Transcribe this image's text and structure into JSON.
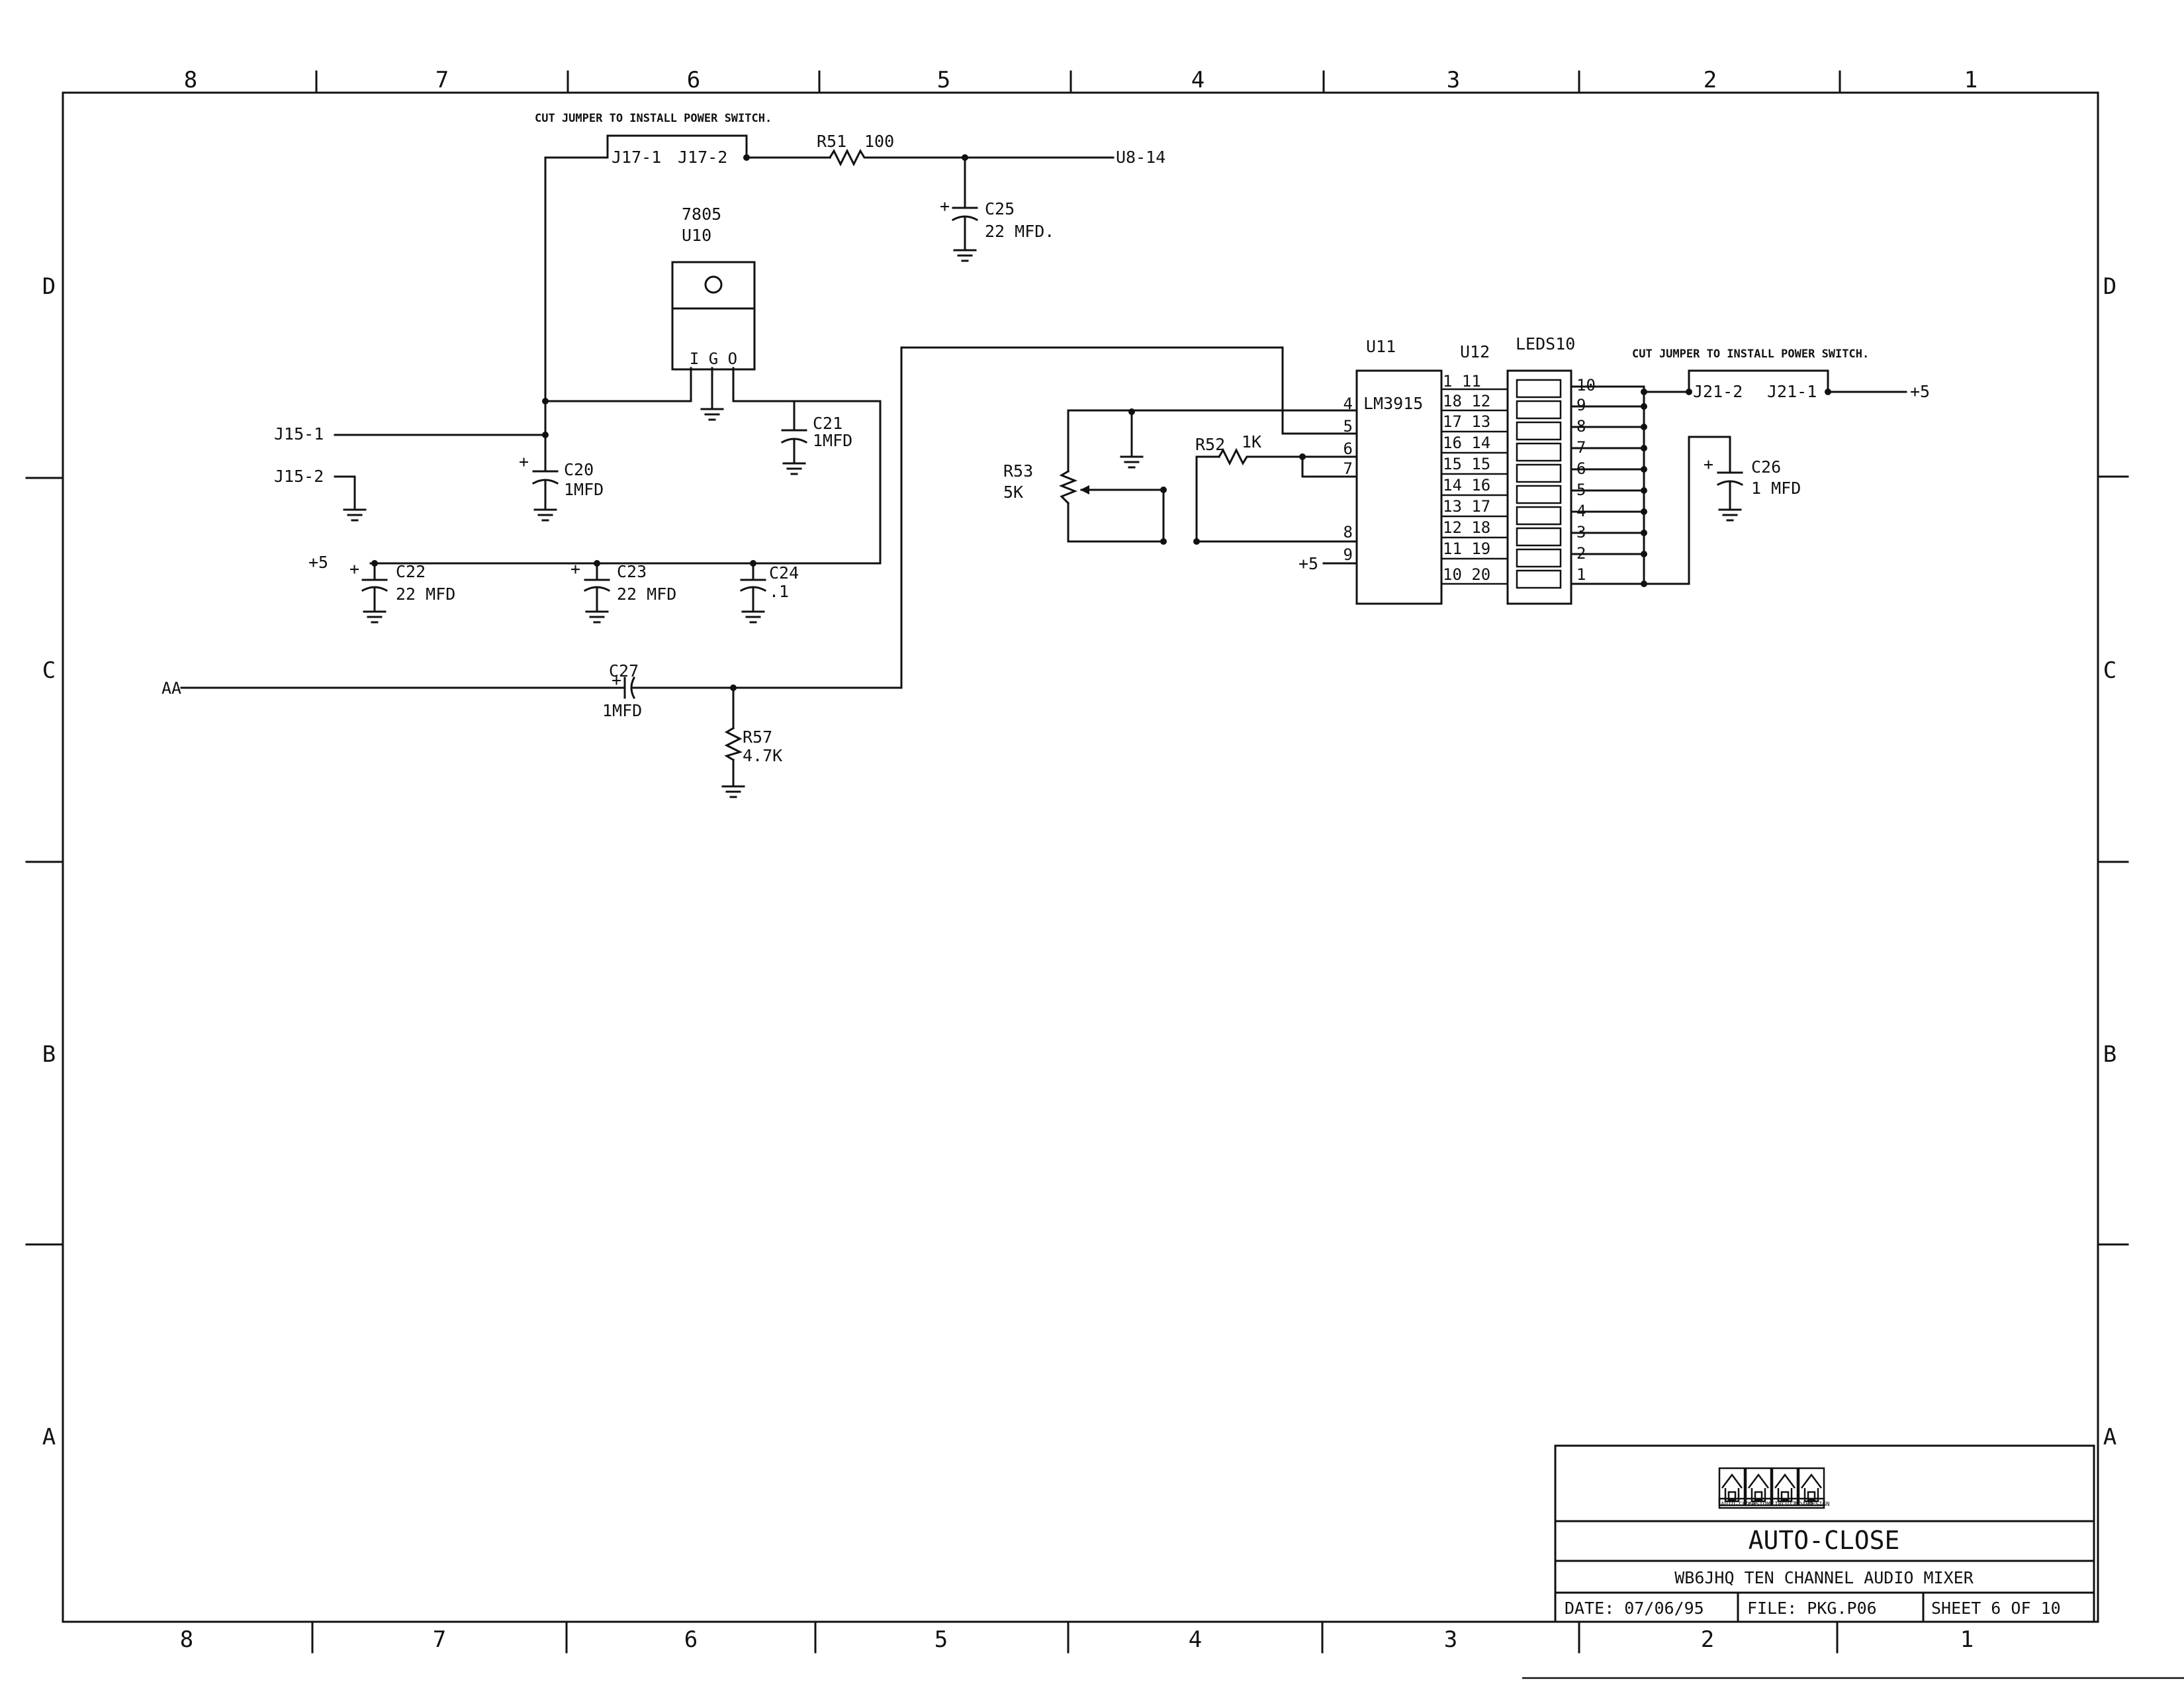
{
  "frame": {
    "zones_columns": [
      "8",
      "7",
      "6",
      "5",
      "4",
      "3",
      "2",
      "1"
    ],
    "zones_rows": [
      "D",
      "C",
      "B",
      "A"
    ]
  },
  "notes": {
    "cut_jumper_top": "CUT JUMPER TO INSTALL POWER SWITCH.",
    "cut_jumper_right": "CUT JUMPER TO INSTALL POWER SWITCH."
  },
  "nets": {
    "j17_1": "J17-1",
    "j17_2": "J17-2",
    "u8_14": "U8-14",
    "j15_1": "J15-1",
    "j15_2": "J15-2",
    "plus5_left": "+5",
    "plus5_mid": "+5",
    "plus5_right": "+5",
    "aa": "AA",
    "j21_2": "J21-2",
    "j21_1": "J21-1"
  },
  "components": {
    "r51": {
      "ref": "R51",
      "value": "100"
    },
    "c25": {
      "ref": "C25",
      "value": "22 MFD.",
      "pol": "+"
    },
    "u10": {
      "ref": "U10",
      "part": "7805",
      "pins": "I G O"
    },
    "c20": {
      "ref": "C20",
      "value": "1MFD",
      "pol": "+"
    },
    "c21": {
      "ref": "C21",
      "value": "1MFD"
    },
    "c22": {
      "ref": "C22",
      "value": "22 MFD",
      "pol": "+"
    },
    "c23": {
      "ref": "C23",
      "value": "22 MFD",
      "pol": "+"
    },
    "c24": {
      "ref": "C24",
      "value": ".1"
    },
    "c27": {
      "ref": "C27",
      "value": "1MFD",
      "pol": "+"
    },
    "r57": {
      "ref": "R57",
      "value": "4.7K"
    },
    "r53": {
      "ref": "R53",
      "value": "5K"
    },
    "r52": {
      "ref": "R52",
      "value": "1K"
    },
    "u11": {
      "ref": "U11",
      "part": "LM3915",
      "pins_left": [
        "4",
        "5",
        "6",
        "7",
        "8",
        "9"
      ]
    },
    "u12": {
      "ref": "U12",
      "pin_pairs": [
        "1  11",
        "18 12",
        "17 13",
        "16 14",
        "15 15",
        "14 16",
        "13 17",
        "12 18",
        "11 19",
        "10 20"
      ]
    },
    "leds10": {
      "ref": "LEDS10",
      "segments": [
        "10",
        "9",
        "8",
        "7",
        "6",
        "5",
        "4",
        "3",
        "2",
        "1"
      ]
    },
    "c26": {
      "ref": "C26",
      "value": "1 MFD",
      "pol": "+"
    }
  },
  "title_block": {
    "logo_words": [
      "AUTO-CLOSE",
      "CUSTOM",
      "CIRCUITS",
      "BOARD",
      "DESIGN"
    ],
    "title": "AUTO-CLOSE",
    "subtitle": "WB6JHQ TEN CHANNEL AUDIO MIXER",
    "date": "DATE: 07/06/95",
    "file": "FILE: PKG.P06",
    "sheet": "SHEET 6 OF 10"
  }
}
